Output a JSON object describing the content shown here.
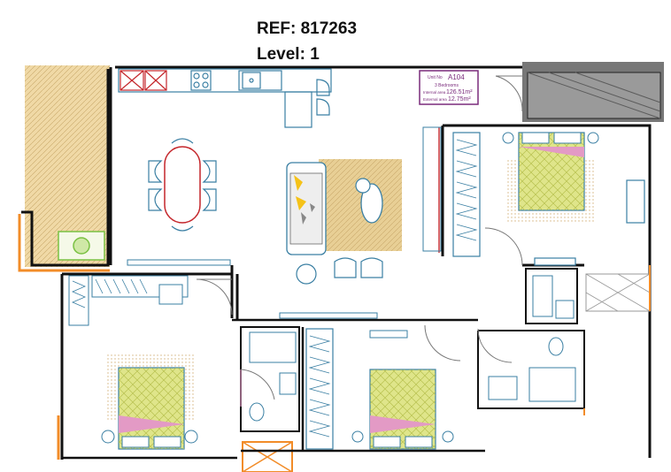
{
  "header": {
    "ref": "REF: 817263",
    "level": "Level: 1"
  },
  "unit_box": {
    "unit_prefix": "Unit No",
    "unit_no": "A104",
    "bedrooms": "3 Bedrooms",
    "internal_label": "Internal area",
    "internal_value": "126.51m²",
    "external_label": "External area",
    "external_value": "12.75m²"
  },
  "colors": {
    "wall": "#111111",
    "fixture": "#3a7fa3",
    "terrace": "#f0d9a6",
    "accent_orange": "#f28c28",
    "bed_yellow": "#dfe58a",
    "bed_pink": "#e39ac5",
    "unit_border": "#7a2b7c",
    "dining_red": "#c4262b",
    "planter_green": "#7ac143",
    "rug": "#e8cf95"
  }
}
